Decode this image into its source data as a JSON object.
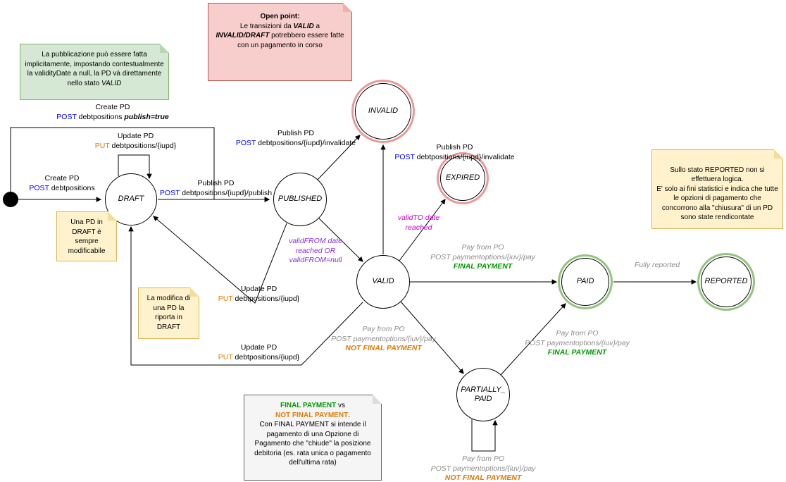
{
  "colors": {
    "post": "#0000FF",
    "put": "#E07C00",
    "final_green": "#009900",
    "not_final_orange": "#E07C00",
    "gray_text": "#8C8C8C",
    "validfrom_purple": "#8A2BE2",
    "validto_magenta": "#CC00CC",
    "ring_red": "#EA9999",
    "ring_green": "#93C47D",
    "note_green_bg": "#D5E8D4",
    "note_green_border": "#82B366",
    "note_red_bg": "#F8CECC",
    "note_red_border": "#B85450",
    "note_yellow_bg": "#FFF2CC",
    "note_yellow_border": "#D6B656",
    "note_grey_bg": "#F5F5F5",
    "note_grey_border": "#666666"
  },
  "states": {
    "draft": "DRAFT",
    "published": "PUBLISHED",
    "invalid": "INVALID",
    "expired": "EXPIRED",
    "valid": "VALID",
    "paid": "PAID",
    "reported": "REPORTED",
    "partially_paid_line1": "PARTIALLY_",
    "partially_paid_line2": "PAID"
  },
  "edges": {
    "create_draft": {
      "action": "Create PD",
      "method": "POST",
      "path": " debtpositions"
    },
    "create_published": {
      "action": "Create PD",
      "method": "POST",
      "path": " debtpositions ",
      "flag": "publish=true"
    },
    "update_draft": {
      "action": "Update PD",
      "method": "PUT",
      "path": " debtpositions/{iupd}"
    },
    "publish": {
      "action": "Publish PD",
      "method": "POST",
      "path": " debtpositions/{iupd}/publish"
    },
    "invalidate_from_published": {
      "action": "Publish PD",
      "method": "POST",
      "path": " debtpositions/{iupd}/invalidate"
    },
    "invalidate_from_valid": {
      "action": "Publish PD",
      "method": "POST",
      "path": " debtpositions/{iupd}/invalidate"
    },
    "valid_from": {
      "line1": "validFROM date",
      "line2": "reached OR",
      "line3": "validFROM=null"
    },
    "valid_to": {
      "line1": "validTO date",
      "line2": "reached"
    },
    "pay_final_from_valid": {
      "line1": "Pay from PO",
      "line2": "POST paymentoptions/{iuv}/pay",
      "line3": "FINAL PAYMENT"
    },
    "pay_not_final_from_valid": {
      "line1": "Pay from PO",
      "line2": "POST paymentoptions/{iuv}/pay",
      "line3": "NOT FINAL PAYMENT"
    },
    "pay_final_from_partially_paid": {
      "line1": "Pay from PO",
      "line2": "POST paymentoptions/{iuv}/pay",
      "line3": "FINAL PAYMENT"
    },
    "pay_not_final_loop": {
      "line1": "Pay from PO",
      "line2": "POST paymentoptions/{iuv}/pay",
      "line3": "NOT FINAL PAYMENT"
    },
    "fully_reported": "Fully reported",
    "update_from_published": {
      "action": "Update PD",
      "method": "PUT",
      "path": " debtpositions/{iupd}"
    },
    "update_from_valid": {
      "action": "Update PD",
      "method": "PUT",
      "path": " debtpositions/{iupd}"
    }
  },
  "notes": {
    "publication": {
      "text": "La pubblicazione può essere fatta implicitamente, impostando contestualmente la validityDate a null, la PD và direttamente nello stato ",
      "em": "VALID"
    },
    "open_point": {
      "title": "Open point:",
      "p1": "Le transizioni da ",
      "em1": "VALID",
      "p2": " a ",
      "em2": "INVALID/DRAFT",
      "p3": " potrebbero essere fatte con un pagamento in corso"
    },
    "reported": {
      "text": "Sullo stato REPORTED non si effettuera logica.\nE' solo ai fini statistici e indica che tutte le opzioni di pagamento che concorrono alla \"chiusura\" di un PD sono state rendicontate"
    },
    "draft_editable": {
      "text": "Una PD in DRAFT è sempre modificabile"
    },
    "modification": {
      "text": "La modifica di una PD la riporta in DRAFT"
    },
    "final_payment": {
      "green": "FINAL PAYMENT",
      "vs": " vs",
      "orange": "NOT FINAL PAYMENT",
      "dot": ".",
      "body": "Con FINAL PAYMENT si intende il pagamento di una Opzione di Pagamento che \"chiude\" la posizione debitoria (es. rata unica o pagamento dell'ultima rata)"
    }
  }
}
